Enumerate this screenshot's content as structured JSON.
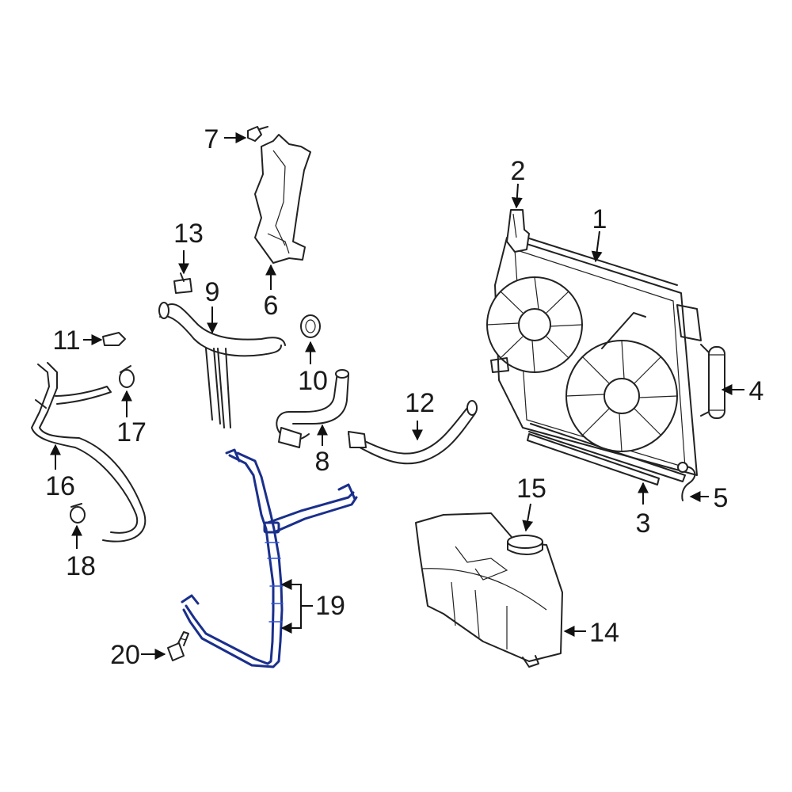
{
  "callouts": {
    "c1": "1",
    "c2": "2",
    "c3": "3",
    "c4": "4",
    "c5": "5",
    "c6": "6",
    "c7": "7",
    "c8": "8",
    "c9": "9",
    "c10": "10",
    "c11": "11",
    "c12": "12",
    "c13": "13",
    "c14": "14",
    "c15": "15",
    "c16": "16",
    "c17": "17",
    "c18": "18",
    "c19": "19",
    "c20": "20"
  },
  "colors": {
    "highlight": "#1a2f8c",
    "line": "#222222",
    "background": "#ffffff"
  }
}
